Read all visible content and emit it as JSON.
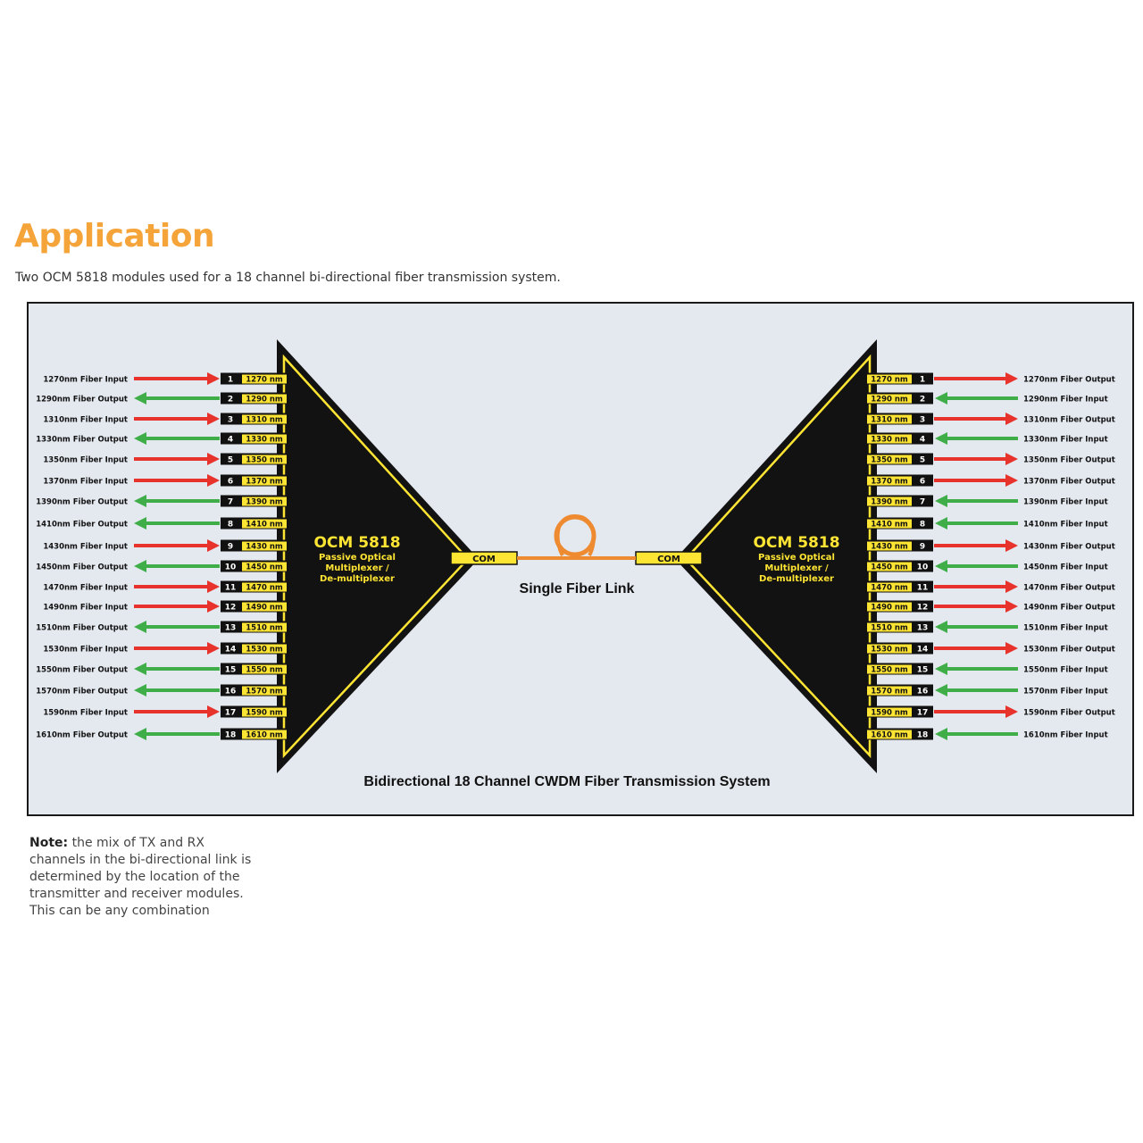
{
  "heading": "Application",
  "subtitle": "Two OCM 5818 modules used for a 18 channel bi-directional fiber transmission system.",
  "diagram": {
    "colors": {
      "background": "#e4e8ef",
      "tx_arrow": "#e8322c",
      "rx_arrow": "#3fae49",
      "module": "#121212",
      "accent": "#ffe533",
      "fiber": "#ee8a2f"
    },
    "left_module": {
      "title": "OCM 5818",
      "line1": "Passive Optical",
      "line2": "Multiplexer /",
      "line3": "De-multiplexer",
      "com": "COM"
    },
    "right_module": {
      "title": "OCM 5818",
      "line1": "Passive Optical",
      "line2": "Multiplexer /",
      "line3": "De-multiplexer",
      "com": "COM"
    },
    "link_label": "Single Fiber Link",
    "system_label": "Bidirectional 18 Channel CWDM Fiber Transmission System",
    "channels": [
      {
        "num": "1",
        "wl": "1270 nm",
        "left": "1270nm Fiber Input",
        "right": "1270nm Fiber Output",
        "dir": "tx"
      },
      {
        "num": "2",
        "wl": "1290 nm",
        "left": "1290nm Fiber Output",
        "right": "1290nm Fiber Input",
        "dir": "rx"
      },
      {
        "num": "3",
        "wl": "1310 nm",
        "left": "1310nm Fiber Input",
        "right": "1310nm Fiber Output",
        "dir": "tx"
      },
      {
        "num": "4",
        "wl": "1330 nm",
        "left": "1330nm Fiber Output",
        "right": "1330nm Fiber Input",
        "dir": "rx"
      },
      {
        "num": "5",
        "wl": "1350 nm",
        "left": "1350nm Fiber Input",
        "right": "1350nm Fiber Output",
        "dir": "tx"
      },
      {
        "num": "6",
        "wl": "1370 nm",
        "left": "1370nm Fiber Input",
        "right": "1370nm Fiber Output",
        "dir": "tx"
      },
      {
        "num": "7",
        "wl": "1390 nm",
        "left": "1390nm Fiber Output",
        "right": "1390nm Fiber Input",
        "dir": "rx"
      },
      {
        "num": "8",
        "wl": "1410 nm",
        "left": "1410nm Fiber Output",
        "right": "1410nm Fiber Input",
        "dir": "rx"
      },
      {
        "num": "9",
        "wl": "1430 nm",
        "left": "1430nm Fiber Input",
        "right": "1430nm Fiber Output",
        "dir": "tx"
      },
      {
        "num": "10",
        "wl": "1450 nm",
        "left": "1450nm Fiber Output",
        "right": "1450nm Fiber Input",
        "dir": "rx"
      },
      {
        "num": "11",
        "wl": "1470 nm",
        "left": "1470nm Fiber Input",
        "right": "1470nm Fiber Output",
        "dir": "tx"
      },
      {
        "num": "12",
        "wl": "1490 nm",
        "left": "1490nm Fiber Input",
        "right": "1490nm Fiber Output",
        "dir": "tx"
      },
      {
        "num": "13",
        "wl": "1510 nm",
        "left": "1510nm Fiber Output",
        "right": "1510nm Fiber Input",
        "dir": "rx"
      },
      {
        "num": "14",
        "wl": "1530 nm",
        "left": "1530nm Fiber Input",
        "right": "1530nm Fiber Output",
        "dir": "tx"
      },
      {
        "num": "15",
        "wl": "1550 nm",
        "left": "1550nm Fiber Output",
        "right": "1550nm Fiber Input",
        "dir": "rx"
      },
      {
        "num": "16",
        "wl": "1570 nm",
        "left": "1570nm Fiber Output",
        "right": "1570nm Fiber Input",
        "dir": "rx"
      },
      {
        "num": "17",
        "wl": "1590 nm",
        "left": "1590nm Fiber Input",
        "right": "1590nm Fiber Output",
        "dir": "tx"
      },
      {
        "num": "18",
        "wl": "1610 nm",
        "left": "1610nm Fiber Output",
        "right": "1610nm Fiber Input",
        "dir": "rx"
      }
    ]
  },
  "note": {
    "label": "Note:",
    "text": " the mix of TX and RX channels in the bi-directional link is determined by the location of the transmitter and receiver modules. This can be any combination"
  }
}
